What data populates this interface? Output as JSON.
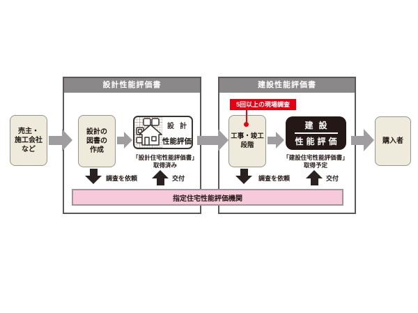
{
  "actors": {
    "seller_lines": [
      "売主・",
      "施工会社",
      "など"
    ],
    "buyer": "購入者"
  },
  "design_section": {
    "header": "設計性能評価書",
    "stage_lines": [
      "設計の",
      "図書の",
      "作成"
    ],
    "logo": {
      "title": "設計",
      "subtitle": "性能評価"
    },
    "caption_line1": "「設計住宅性能評価書」",
    "caption_line2": "取得済み",
    "request_label": "調査を依頼",
    "issue_label": "交付"
  },
  "construction_section": {
    "header": "建設性能評価書",
    "site_survey_badge": "5回以上の現場調査",
    "stage_lines": [
      "工事・竣工",
      "段階"
    ],
    "logo": {
      "title": "建設",
      "subtitle": "性能評価"
    },
    "caption_line1": "「建設住宅性能評価書」",
    "caption_line2": "取得予定",
    "request_label": "調査を依頼",
    "issue_label": "交付"
  },
  "agency": {
    "label": "指定住宅性能評価機関"
  },
  "colors": {
    "ink": "#231815",
    "header_gray": "#8b8889",
    "section_border": "#595757",
    "box_cream": "#eeebdc",
    "box_border": "#98948a",
    "arrow_gray": "#9f9da0",
    "black_arrow": "#2a2220",
    "pink": "#f7cadb",
    "pink_border": "#a3929a",
    "red": "#e60012",
    "logo_black": "#231815"
  }
}
